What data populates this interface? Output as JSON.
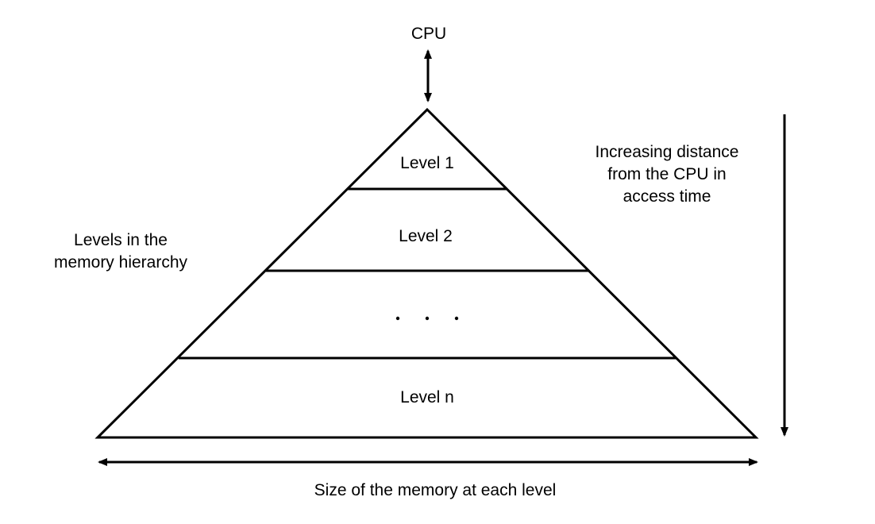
{
  "cpu_label": "CPU",
  "levels": {
    "level1": "Level 1",
    "level2": "Level 2",
    "ellipsis": ". . .",
    "leveln": "Level n"
  },
  "left_label": {
    "line1": "Levels in the",
    "line2": "memory hierarchy"
  },
  "right_label": {
    "line1": "Increasing distance",
    "line2": "from the CPU in",
    "line3": "access time"
  },
  "bottom_label": "Size of the memory at each level",
  "colors": {
    "stroke": "#000000",
    "background": "#ffffff"
  }
}
